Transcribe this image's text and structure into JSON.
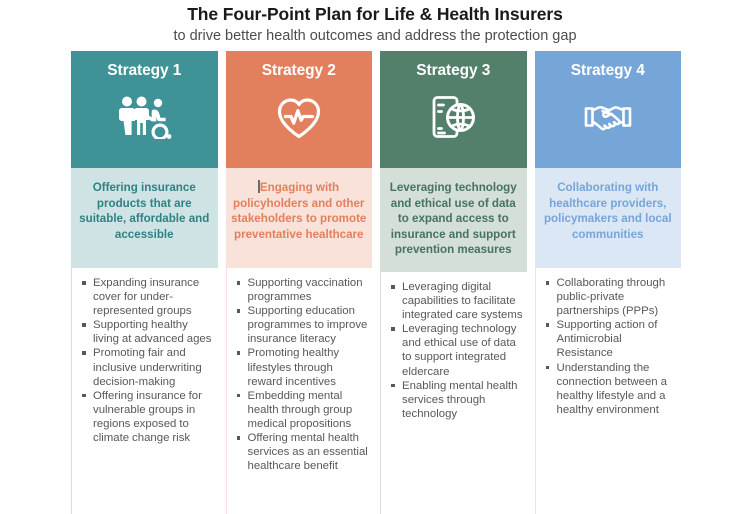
{
  "header": {
    "title": "The Four-Point Plan for Life & Health Insurers",
    "subtitle": "to drive better health outcomes and address the protection gap"
  },
  "colors": {
    "strategy1_header": "#3f9295",
    "strategy1_tint": "#cfe3e4",
    "strategy1_text": "#2f8184",
    "strategy2_header": "#e2805d",
    "strategy2_tint": "#f8e2da",
    "strategy2_text": "#e2805d",
    "strategy3_header": "#53806b",
    "strategy3_tint": "#d4dfd7",
    "strategy3_text": "#46735f",
    "strategy4_header": "#76a5d8",
    "strategy4_tint": "#dbe7f4",
    "strategy4_text": "#76a5d8",
    "bullet_text": "#58585a"
  },
  "columns": [
    {
      "label": "Strategy 1",
      "icon": "people-accessibility-icon",
      "subtitle": "Offering insurance products that are suitable, affordable and accessible",
      "has_caret": false,
      "tint_height": 100,
      "bullets": [
        "Expanding insurance cover for under-represented groups",
        "Supporting healthy living at advanced ages",
        "Promoting fair and inclusive underwriting decision-making",
        "Offering insurance for vulnerable groups in regions exposed to climate change risk"
      ]
    },
    {
      "label": "Strategy 2",
      "icon": "heart-pulse-icon",
      "subtitle": "Engaging with policyholders and other stakeholders to promote preventative healthcare",
      "has_caret": true,
      "tint_height": 100,
      "bullets": [
        "Supporting vaccination programmes",
        "Supporting education programmes to improve insurance literacy",
        "Promoting healthy lifestyles through reward incentives",
        "Embedding mental health through group medical propositions",
        "Offering mental health services as an essential healthcare benefit"
      ]
    },
    {
      "label": "Strategy 3",
      "icon": "mobile-globe-icon",
      "subtitle": "Leveraging technology and ethical use of data to expand access to insurance and support prevention measures",
      "has_caret": false,
      "tint_height": 104,
      "bullets": [
        "Leveraging digital capabilities to facilitate integrated care systems",
        "Leveraging technology and ethical use of data to support integrated eldercare",
        "Enabling mental health services through technology"
      ]
    },
    {
      "label": "Strategy 4",
      "icon": "handshake-icon",
      "subtitle": "Collaborating with healthcare providers, policymakers and local communities",
      "has_caret": false,
      "tint_height": 100,
      "bullets": [
        "Collaborating through public-private partnerships (PPPs)",
        "Supporting action of Antimicrobial Resistance",
        "Understanding the connection between a healthy lifestyle and a healthy environment"
      ]
    }
  ]
}
